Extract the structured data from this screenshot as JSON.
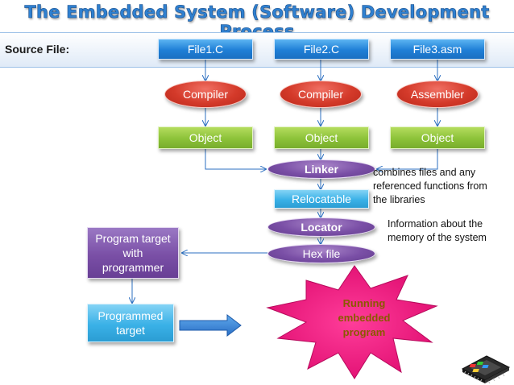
{
  "title": "The Embedded System (Software) Development Process",
  "source": {
    "label": "Source File:",
    "files": [
      "File1.C",
      "File2.C",
      "File3.asm"
    ]
  },
  "translators": [
    "Compiler",
    "Compiler",
    "Assembler"
  ],
  "objects": [
    "Object",
    "Object",
    "Object"
  ],
  "flow": {
    "linker": "Linker",
    "relocatable": "Relocatable",
    "locator": "Locator",
    "hex_file": "Hex file"
  },
  "notes": {
    "linker": [
      "combines files and any",
      "referenced functions from",
      "the libraries"
    ],
    "locator": [
      "Information about the",
      "memory of the system"
    ]
  },
  "target": {
    "program": [
      "Program target",
      "with",
      "programmer"
    ],
    "programmed": [
      "Programmed",
      "target"
    ]
  },
  "burst": [
    "Running",
    "embedded",
    "program"
  ],
  "colors": {
    "title": "#2f80d0",
    "file": "#1f7fd6",
    "translator": "#d43a2a",
    "object": "#8cc239",
    "linker": "#7a4fa6",
    "relocatable": "#3ab1e7",
    "burst": "#f0147a",
    "burst_text": "#8a5a00"
  },
  "icons": [
    "microchip-icon"
  ]
}
